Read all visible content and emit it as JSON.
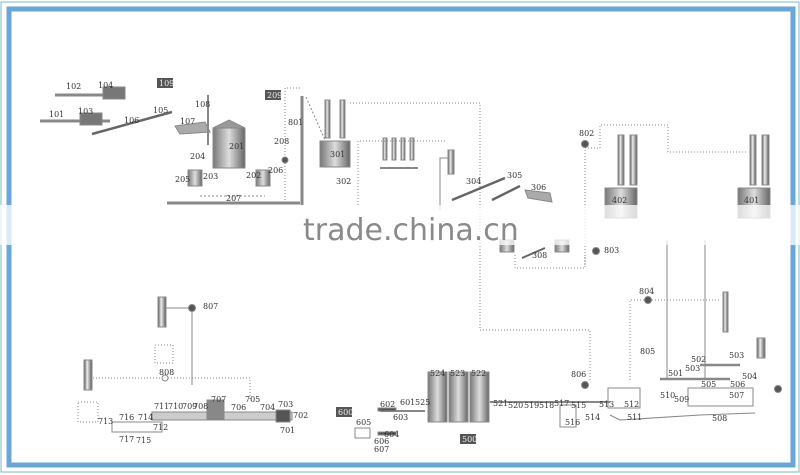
{
  "diagram": {
    "equipment_labels": [
      "101",
      "102",
      "103",
      "104",
      "105",
      "106",
      "107",
      "108",
      "201",
      "202",
      "203",
      "204",
      "205",
      "206",
      "207",
      "208",
      "801",
      "301",
      "302",
      "304",
      "305",
      "306",
      "308",
      "802",
      "803",
      "402",
      "401",
      "807",
      "808",
      "701",
      "702",
      "703",
      "704",
      "705",
      "706",
      "707",
      "708",
      "709",
      "710",
      "711",
      "712",
      "713",
      "714",
      "715",
      "716",
      "717",
      "601",
      "602",
      "603",
      "604",
      "605",
      "606",
      "607",
      "525",
      "524",
      "523",
      "522",
      "521",
      "520",
      "519",
      "518",
      "517",
      "516",
      "515",
      "514",
      "513",
      "512",
      "511",
      "510",
      "509",
      "508",
      "507",
      "506",
      "505",
      "504",
      "503",
      "503",
      "502",
      "501",
      "804",
      "805",
      "806"
    ],
    "boxed_labels": [
      "109",
      "209",
      "600",
      "500"
    ]
  },
  "watermark": "trade.china.cn",
  "colors": {
    "frame": "#6aa6d8",
    "line": "#888888",
    "equipment": "#9a9a9a"
  }
}
